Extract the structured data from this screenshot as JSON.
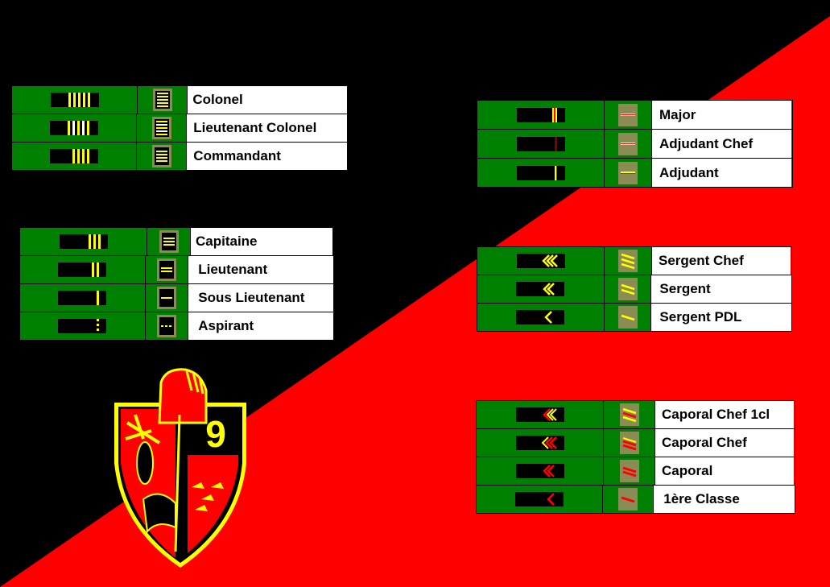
{
  "background": {
    "upper": "#000000",
    "lower": "#ff0000"
  },
  "colors": {
    "cell_green": "#008000",
    "stripe_gold": "#ffff00",
    "stripe_red": "#ff0000",
    "stripe_white": "#ffffff",
    "patch_khaki": "#8b8b55"
  },
  "groups": [
    {
      "id": "officiers-superieurs",
      "rows": [
        {
          "label": "Colonel",
          "insignia": "5-gold-bars-icon"
        },
        {
          "label": "Lieutenant Colonel",
          "insignia": "3-gold-2-white-bars-icon"
        },
        {
          "label": "Commandant",
          "insignia": "4-gold-bars-icon"
        }
      ]
    },
    {
      "id": "officiers-subalternes",
      "rows": [
        {
          "label": "Capitaine",
          "insignia": "3-gold-bars-icon"
        },
        {
          "label": "Lieutenant",
          "insignia": "2-gold-bars-icon"
        },
        {
          "label": "Sous Lieutenant",
          "insignia": "1-gold-bar-icon"
        },
        {
          "label": "Aspirant",
          "insignia": "dashed-gold-bar-icon"
        }
      ]
    },
    {
      "id": "sous-officiers-superieurs",
      "rows": [
        {
          "label": "Major",
          "insignia": "gold-red-bar-icon"
        },
        {
          "label": "Adjudant Chef",
          "insignia": "white-red-bar-icon"
        },
        {
          "label": "Adjudant",
          "insignia": "gold-red-thin-bar-icon"
        }
      ]
    },
    {
      "id": "sous-officiers",
      "rows": [
        {
          "label": "Sergent Chef",
          "insignia": "3-gold-chevrons-icon"
        },
        {
          "label": "Sergent",
          "insignia": "2-gold-chevrons-icon"
        },
        {
          "label": "Sergent PDL",
          "insignia": "1-gold-chevron-icon"
        }
      ]
    },
    {
      "id": "militaires-du-rang",
      "rows": [
        {
          "label": "Caporal Chef 1cl",
          "insignia": "1-gold-2-red-chevrons-icon"
        },
        {
          "label": "Caporal Chef",
          "insignia": "3-red-chevrons-gold-edge-icon"
        },
        {
          "label": "Caporal",
          "insignia": "2-red-chevrons-icon"
        },
        {
          "label": "1ère Classe",
          "insignia": "1-red-chevron-icon"
        }
      ]
    }
  ],
  "crest": {
    "text": "9",
    "icon": "knight-helmet-crest-icon"
  }
}
